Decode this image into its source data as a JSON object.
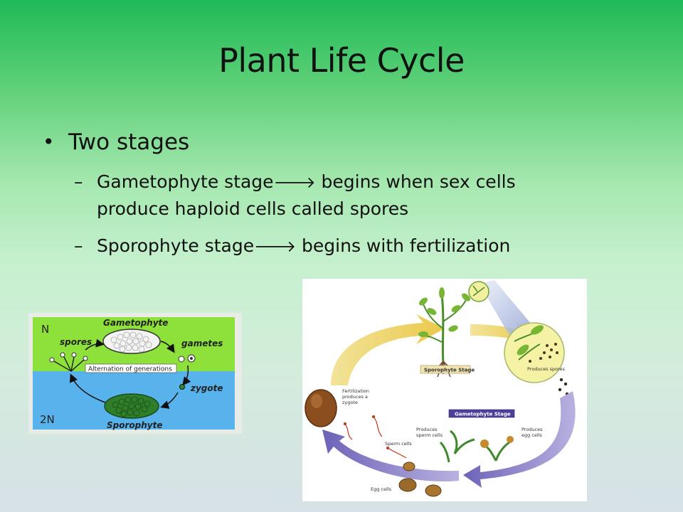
{
  "slide": {
    "title": "Plant Life Cycle",
    "bullet": "Two stages",
    "sub1_a": "Gametophyte stage",
    "sub1_arrow": "🡒",
    "sub1_b": " begins when sex cells",
    "sub1_c": "produce haploid cells called spores",
    "sub2_a": "Sporophyte stage",
    "sub2_arrow": "🡒",
    "sub2_b": " begins with fertilization"
  },
  "left_diagram": {
    "n_label": "N",
    "two_n_label": "2N",
    "gametophyte": "Gametophyte",
    "spores": "spores",
    "gametes": "gametes",
    "alternation": "Alternation of generations",
    "zygote": "zygote",
    "sporophyte": "Sporophyte",
    "colors": {
      "haploid": "#8ee03a",
      "diploid": "#58b3ec"
    }
  },
  "right_diagram": {
    "sporophyte_stage": "Sporophyte Stage",
    "produces_spores": "Produces spores",
    "fertilization": "Fertilization produces a zygote",
    "gametophyte_stage": "Gametophyte Stage",
    "produces_sperm": "Produces sperm cells",
    "produces_egg": "Produces egg cells",
    "sperm_cells": "Sperm cells",
    "egg_cells": "Egg cells"
  }
}
